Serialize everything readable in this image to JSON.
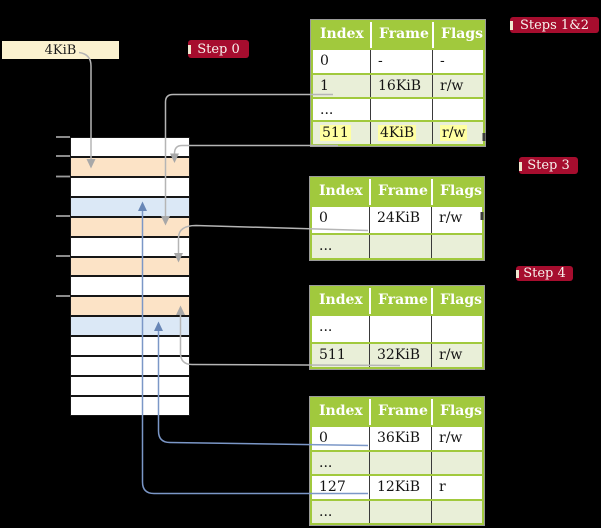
{
  "figure": {
    "free_frame_label": "4KiB",
    "badges": {
      "step0": "Step 0",
      "steps12": "Steps 1&2",
      "step3": "Step 3",
      "step4": "Step 4"
    }
  },
  "memory": {
    "rows": [
      "white",
      "orange",
      "white",
      "blue",
      "orange",
      "white",
      "orange",
      "white",
      "orange",
      "blue",
      "white",
      "white",
      "white",
      "white"
    ]
  },
  "tables": [
    {
      "name": "page-table-steps12",
      "headers": [
        "Index",
        "Frame",
        "Flags"
      ],
      "rows": [
        {
          "cells": [
            "0",
            "-",
            "-"
          ],
          "highlighted": false
        },
        {
          "cells": [
            "1",
            "16KiB",
            "r/w"
          ],
          "highlighted": false
        },
        {
          "cells": [
            "...",
            "",
            ""
          ],
          "highlighted": false
        },
        {
          "cells": [
            "511",
            "4KiB",
            "r/w"
          ],
          "highlighted": true
        }
      ]
    },
    {
      "name": "page-table-step3",
      "headers": [
        "Index",
        "Frame",
        "Flags"
      ],
      "rows": [
        {
          "cells": [
            "0",
            "24KiB",
            "r/w"
          ],
          "highlighted": false
        },
        {
          "cells": [
            "...",
            "",
            ""
          ],
          "highlighted": false
        }
      ]
    },
    {
      "name": "page-table-step4",
      "headers": [
        "Index",
        "Frame",
        "Flags"
      ],
      "rows": [
        {
          "cells": [
            "...",
            "",
            ""
          ],
          "highlighted": false
        },
        {
          "cells": [
            "511",
            "32KiB",
            "r/w"
          ],
          "highlighted": false
        }
      ]
    },
    {
      "name": "page-table-final",
      "headers": [
        "Index",
        "Frame",
        "Flags"
      ],
      "rows": [
        {
          "cells": [
            "0",
            "36KiB",
            "r/w"
          ],
          "highlighted": false
        },
        {
          "cells": [
            "...",
            "",
            ""
          ],
          "highlighted": false
        },
        {
          "cells": [
            "127",
            "12KiB",
            "r"
          ],
          "highlighted": false
        },
        {
          "cells": [
            "...",
            "",
            ""
          ],
          "highlighted": false
        }
      ]
    }
  ],
  "colors": {
    "background": "#000000",
    "table_header_green": "#a1c93d",
    "table_row_light_green": "#e9efd8",
    "badge_red": "#a60d2e",
    "frame_page_table_orange": "#fce3c6",
    "frame_mapped_blue": "#dbe8f6",
    "highlight_yellow": "#ffffa1",
    "connector_gray": "#b5b5b5",
    "connector_blue": "#7b97c7",
    "label_cream": "#fbf2d0"
  }
}
